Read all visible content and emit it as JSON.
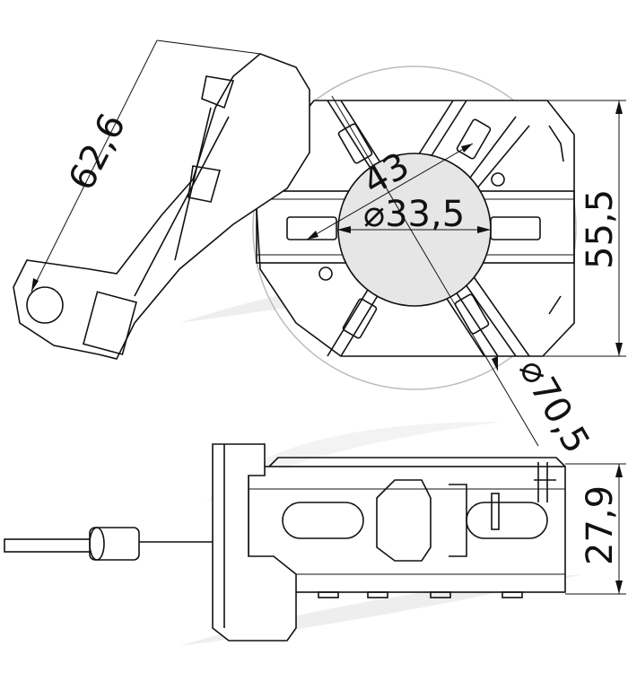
{
  "drawing": {
    "top_view": {
      "dim_bracket_length": "62,6",
      "dim_diagonal": "43",
      "dim_inner_diameter": "⌀33,5",
      "dim_height": "55,5",
      "dim_outer_diameter": "⌀70,5"
    },
    "side_view": {
      "dim_thickness": "27,9"
    }
  }
}
